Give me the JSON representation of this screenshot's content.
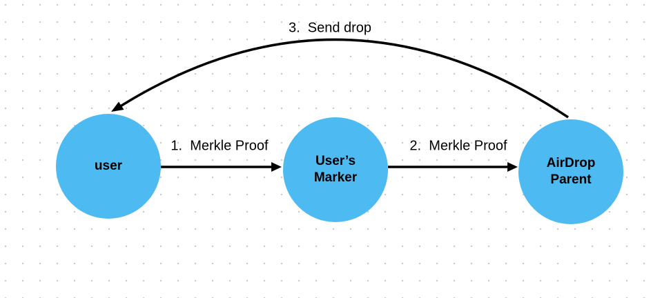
{
  "colors": {
    "background": "#ffffff",
    "grid_dot": "#c8c8c8",
    "node_fill": "#4dbaf2",
    "node_text": "#000000",
    "edge": "#000000",
    "label_text": "#000000"
  },
  "diagram": {
    "nodes": [
      {
        "id": "user",
        "label": "user"
      },
      {
        "id": "users-marker",
        "label": "User’s Marker"
      },
      {
        "id": "airdrop-parent",
        "label": "AirDrop Parent"
      }
    ],
    "edges": [
      {
        "id": "merkle-proof-1",
        "from": "user",
        "to": "users-marker",
        "type": "straight",
        "label": "1.  Merkle Proof"
      },
      {
        "id": "merkle-proof-2",
        "from": "users-marker",
        "to": "airdrop-parent",
        "type": "straight",
        "label": "2.  Merkle Proof"
      },
      {
        "id": "send-drop",
        "from": "airdrop-parent",
        "to": "user",
        "type": "curved",
        "label": "3.  Send drop"
      }
    ]
  }
}
